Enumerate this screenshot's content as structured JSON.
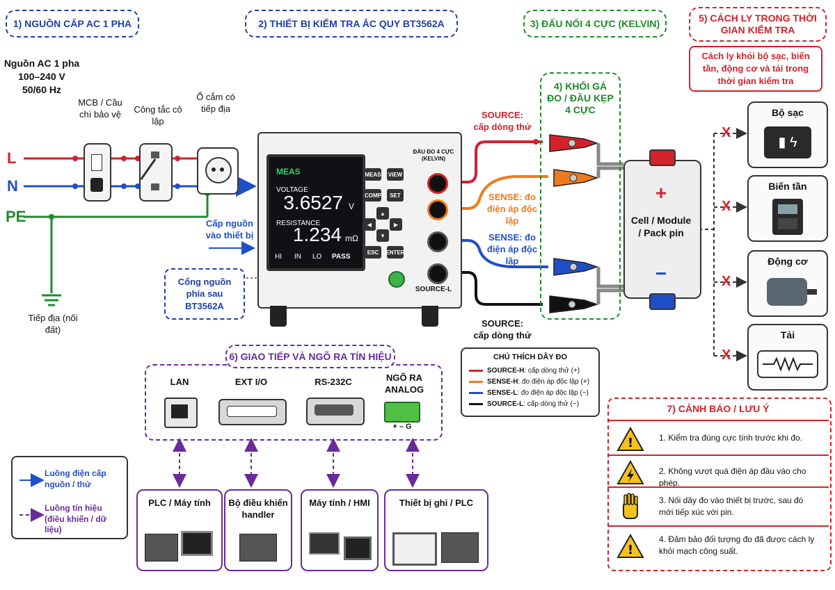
{
  "sections": {
    "s1": "1) NGUỒN CẤP AC 1 PHA",
    "s2": "2) THIẾT BỊ KIỂM TRA ẮC QUY BT3562A",
    "s3": "3) ĐẤU NỐI 4 CỰC (KELVIN)",
    "s4": "4) KHỐI GÁ ĐO / ĐẦU KẸP 4 CỰC",
    "s5": "5) CÁCH LY TRONG THỜI GIAN KIỂM TRA",
    "s6": "6) GIAO TIẾP VÀ NGÕ RA TÍN HIỆU",
    "s7": "7) CẢNH BÁO / LƯU Ý"
  },
  "power": {
    "ac_line1": "Nguồn AC 1 pha",
    "ac_line2": "100–240 V",
    "ac_line3": "50/60 Hz",
    "L": "L",
    "N": "N",
    "PE": "PE",
    "mcb": "MCB / Cầu chì bảo vệ",
    "switch": "Công tắc cô lập",
    "socket": "Ổ cắm có tiếp địa",
    "ground": "Tiếp địa (nối đất)",
    "feed": "Cấp nguồn vào thiết bị",
    "rear_port": "Cổng nguồn phía sau BT3562A"
  },
  "device": {
    "screen_title": "MEAS",
    "voltage_label": "VOLTAGE",
    "voltage_value": "3.6527",
    "voltage_unit": "V",
    "resistance_label": "RESISTANCE",
    "resistance_value": "1.234",
    "resistance_unit": "mΩ",
    "status": [
      "HI",
      "IN",
      "LO",
      "PASS"
    ],
    "keys": {
      "meas": "MEAS",
      "view": "VIEW",
      "comp": "COMP",
      "set": "SET",
      "esc": "ESC",
      "enter": "ENTER"
    },
    "terminal_title": "ĐẦU ĐO 4 CỰC (KELVIN)",
    "source_l": "SOURCE-L"
  },
  "wires": {
    "source_h": "SOURCE: cấp dòng thử",
    "sense_h": "SENSE: đo điện áp độc lập",
    "sense_l": "SENSE: đo điện áp độc lập",
    "source_l": "SOURCE: cấp dòng thử"
  },
  "cell": {
    "plus": "+",
    "minus": "−",
    "label": "Cell / Module / Pack pin"
  },
  "isolation": {
    "note": "Cách ly khỏi bộ sạc, biến tần, động cơ và tải trong thời gian kiểm tra",
    "loads": [
      "Bộ sạc",
      "Biến tần",
      "Động cơ",
      "Tải"
    ],
    "x": "X"
  },
  "wire_legend": {
    "title": "CHÚ THÍCH DÂY ĐO",
    "items": [
      {
        "key": "SOURCE-H",
        "text": ": cấp dòng thử (+)",
        "color": "#d4212a"
      },
      {
        "key": "SENSE-H",
        "text": ": đo điện áp độc lập (+)",
        "color": "#ef7a1a"
      },
      {
        "key": "SENSE-L",
        "text": ": đo điện áp độc lập (−)",
        "color": "#1f4fc8"
      },
      {
        "key": "SOURCE-L",
        "text": ": cấp dòng thử (−)",
        "color": "#111111"
      }
    ]
  },
  "io": {
    "ports": [
      "LAN",
      "EXT I/O",
      "RS-232C",
      "NGÕ RA ANALOG"
    ],
    "analog_pins": "+ – G",
    "dest": [
      "PLC / Máy tính",
      "Bộ điều khiển handler",
      "Máy tính / HMI",
      "Thiết bị ghi / PLC"
    ]
  },
  "flow_legend": {
    "power": "Luồng điện cấp nguồn / thử",
    "signal": "Luồng tín hiệu (điều khiển / dữ liệu)"
  },
  "warnings": [
    "1. Kiểm tra đúng cực tính trước khi đo.",
    "2. Không vượt quá điện áp đầu vào cho phép.",
    "3. Nối dây đo vào thiết bị trước, sau đó mới tiếp xúc với pin.",
    "4. Đảm bảo đối tượng đo đã được cách ly khỏi mạch công suất."
  ],
  "colors": {
    "line": "#d4212a",
    "neutral": "#1f4fc8",
    "earth": "#1f8a2a",
    "sense_h": "#ef7a1a",
    "signal": "#6a2a9a"
  },
  "icons": [
    "fuse-icon",
    "switch-icon",
    "socket-icon",
    "ground-icon",
    "clip-icon",
    "charger-icon",
    "inverter-icon",
    "motor-icon",
    "resistor-icon",
    "warning-icon",
    "electric-hazard-icon",
    "hand-stop-icon"
  ]
}
